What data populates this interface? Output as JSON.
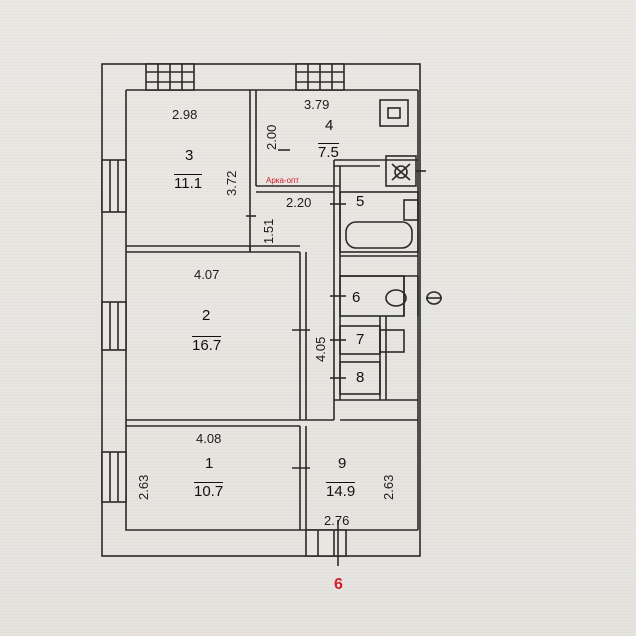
{
  "rooms": {
    "r1": {
      "number": "1",
      "area": "10.7"
    },
    "r2": {
      "number": "2",
      "area": "16.7"
    },
    "r3": {
      "number": "3",
      "area": "11.1"
    },
    "r4": {
      "number": "4",
      "area": "7.5"
    },
    "r5": {
      "number": "5"
    },
    "r6": {
      "number": "6"
    },
    "r7": {
      "number": "7"
    },
    "r8": {
      "number": "8"
    },
    "r9": {
      "number": "9",
      "area": "14.9"
    }
  },
  "dimensions": {
    "d_298": "2.98",
    "d_372": "3.72",
    "d_151": "1.51",
    "d_379": "3.79",
    "d_200": "2.00",
    "d_220": "2.20",
    "d_407": "4.07",
    "d_405": "4.05",
    "d_408": "4.08",
    "d_263_left": "2.63",
    "d_263_right": "2.63",
    "d_276": "2.76"
  },
  "annotations": {
    "entrance_mark": "6",
    "red_note": "Арка-опт"
  },
  "colors": {
    "line": "#2a2a2a",
    "accent": "#d21e2a",
    "paper": "#e9e6e2"
  }
}
